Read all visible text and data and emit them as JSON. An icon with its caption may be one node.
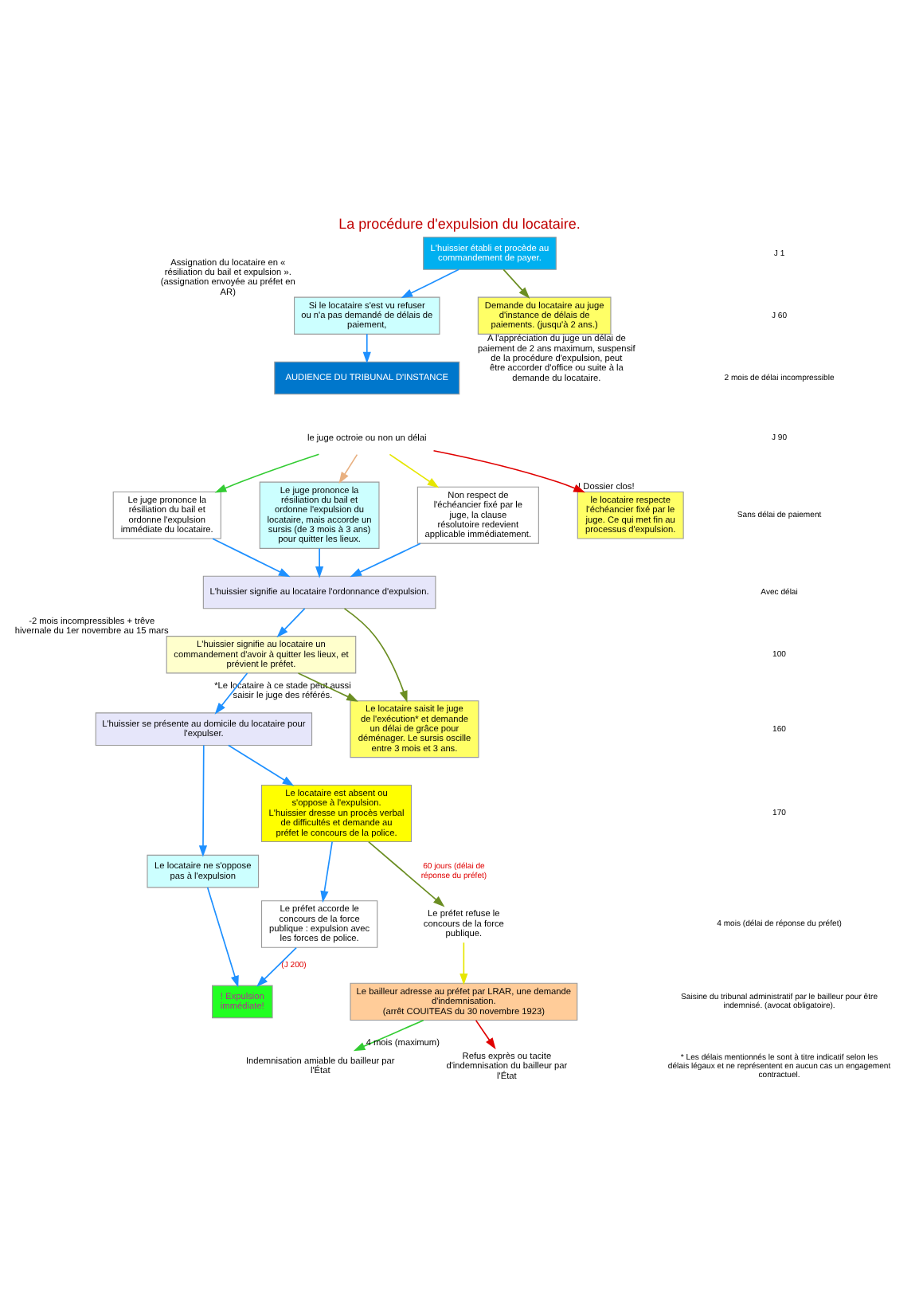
{
  "diagram": {
    "title": "La procédure d'expulsion du locataire.",
    "nodes": [
      {
        "text": [
          "L'huissier établi et procède au",
          "commandement de payer."
        ]
      },
      {
        "text": [
          "Si le locataire s'est vu refuser ou n'a pas demandé de délais de paiement,"
        ],
        "beside": [
          "Assignation du locataire en « résiliation du bail et expulsion ». (assignation envoyée au préfet en AR)"
        ]
      },
      {
        "text": [
          "Demande du locataire au juge d'instance de délais de paiements. (jusqu'à 2 ans.)"
        ],
        "beside": [
          "A l'appréciation du juge un délai de paiement de 2 ans maximum, suspensif de la procédure d'expulsion, peut être accorder d'office ou suite à la demande du locataire."
        ]
      },
      {
        "text": [
          "AUDIENCE DU TRIBUNAL D'INSTANCE"
        ]
      },
      {
        "text": [
          "le juge octroie ou non un délai"
        ]
      },
      {
        "text": [
          "Le juge prononce la résiliation du bail et ordonne l'expulsion immédiate du locataire."
        ]
      },
      {
        "text": [
          "Le juge prononce la résiliation du bail et ordonne l'expulsion du locataire, mais accorde un sursis (de 3 mois à 3 ans) pour quitter les lieux."
        ]
      },
      {
        "text": [
          "Non respect de l'échéancier fixé par le juge, la clause résolutoire redevient applicable immédiatement."
        ]
      },
      {
        "text": [
          "le locataire respecte l'échéancier fixé par le juge. Ce qui met fin au processus d'expulsion."
        ],
        "beside": [
          "! Dossier clos!"
        ]
      },
      {
        "text": [
          "L'huissier signifie au locataire l'ordonnance d'expulsion."
        ]
      },
      {
        "text": [
          "L'huissier signifie au locataire un commandement d'avoir à quitter les lieux, et prévient le préfet."
        ],
        "beside": [
          "-2 mois incompressibles + trêve hivernale du 1er novembre au 15 mars"
        ]
      },
      {
        "text": [
          "Le locataire saisit le juge de l'exécution* et demande un délai de grâce pour déménager. Le sursis oscille entre 3 mois et 3 ans."
        ],
        "beside": [
          "*Le locataire à ce stade peut aussi saisir le juge des référés."
        ]
      },
      {
        "text": [
          "L'huissier se présente au domicile du locataire pour l'expulser."
        ]
      },
      {
        "text": [
          "Le locataire ne s'oppose pas à l'expulsion"
        ]
      },
      {
        "text": [
          "Le locataire est absent ou s'oppose à l'expulsion.",
          "L'huissier dresse un procès verbal de difficultés et demande au préfet le concours de la police."
        ]
      },
      {
        "text": [
          "! Expulsion immédiate!"
        ]
      },
      {
        "text": [
          "Le préfet accorde le concours de la force publique : expulsion avec les forces de police."
        ]
      },
      {
        "text": [
          "Le préfet refuse le concours de la force publique."
        ]
      },
      {
        "text": [
          "Le bailleur adresse au préfet par LRAR, une demande d'indemnisation.",
          "(arrêt COUITEAS du 30 novembre 1923)"
        ]
      },
      {
        "text": [
          "Indemnisation amiable du bailleur par l'État"
        ]
      },
      {
        "text": [
          "Refus exprès ou tacite d'indemnisation du bailleur par l'État"
        ],
        "beside": [
          "4 mois (maximum)"
        ]
      }
    ],
    "edges": [
      {
        "from": 0,
        "to": 1,
        "arrow": "to"
      },
      {
        "from": 0,
        "to": 2,
        "arrow": "to",
        "color": "#6b8e23"
      },
      {
        "from": 1,
        "to": 3,
        "arrow": "to"
      },
      {
        "from": 4,
        "to": 5,
        "arrow": "to",
        "color": "#33cc33"
      },
      {
        "from": 4,
        "to": 6,
        "arrow": "to",
        "color": "#e8b080"
      },
      {
        "from": 4,
        "to": 7,
        "arrow": "to",
        "color": "#e6e600"
      },
      {
        "from": 4,
        "to": 8,
        "arrow": "to",
        "color": "#e00000"
      },
      {
        "from": 5,
        "to": 9,
        "arrow": "to"
      },
      {
        "from": 6,
        "to": 9,
        "arrow": "to"
      },
      {
        "from": 7,
        "to": 9,
        "arrow": "to"
      },
      {
        "from": 9,
        "to": 10,
        "arrow": "to"
      },
      {
        "from": 9,
        "to": 11,
        "arrow": "to",
        "color": "#6b8e23"
      },
      {
        "from": 10,
        "to": 11,
        "arrow": "to",
        "color": "#6b8e23"
      },
      {
        "from": 10,
        "to": 12,
        "arrow": "to"
      },
      {
        "from": 12,
        "to": 13,
        "arrow": "to"
      },
      {
        "from": 12,
        "to": 14,
        "arrow": "to"
      },
      {
        "from": 13,
        "to": 15,
        "arrow": "to"
      },
      {
        "from": 14,
        "to": 16,
        "arrow": "to"
      },
      {
        "from": 16,
        "to": 15,
        "arrow": "to",
        "label": "(J 200)"
      },
      {
        "from": 14,
        "to": 17,
        "arrow": "to",
        "color": "#6b8e23",
        "label": "60 jours (délai de réponse du préfet)"
      },
      {
        "from": 17,
        "to": 18,
        "arrow": "to",
        "color": "#e6e600"
      },
      {
        "from": 18,
        "to": 19,
        "arrow": "to",
        "color": "#33cc33"
      },
      {
        "from": 18,
        "to": 20,
        "arrow": "to",
        "color": "#e00000"
      }
    ],
    "labels": [
      "J 1",
      "J 60",
      "2 mois de délai incompressible",
      "J 90",
      "Sans délai de paiement",
      "Avec délai",
      "100",
      "160",
      "170",
      "4 mois (délai de réponse du préfet)",
      "Saisine du tribunal administratif par le bailleur pour être indemnisé. (avocat obligatoire).",
      "* Les délais mentionnés le sont à titre indicatif selon les délais légaux et ne représentent en aucun cas un engagement contractuel."
    ]
  }
}
